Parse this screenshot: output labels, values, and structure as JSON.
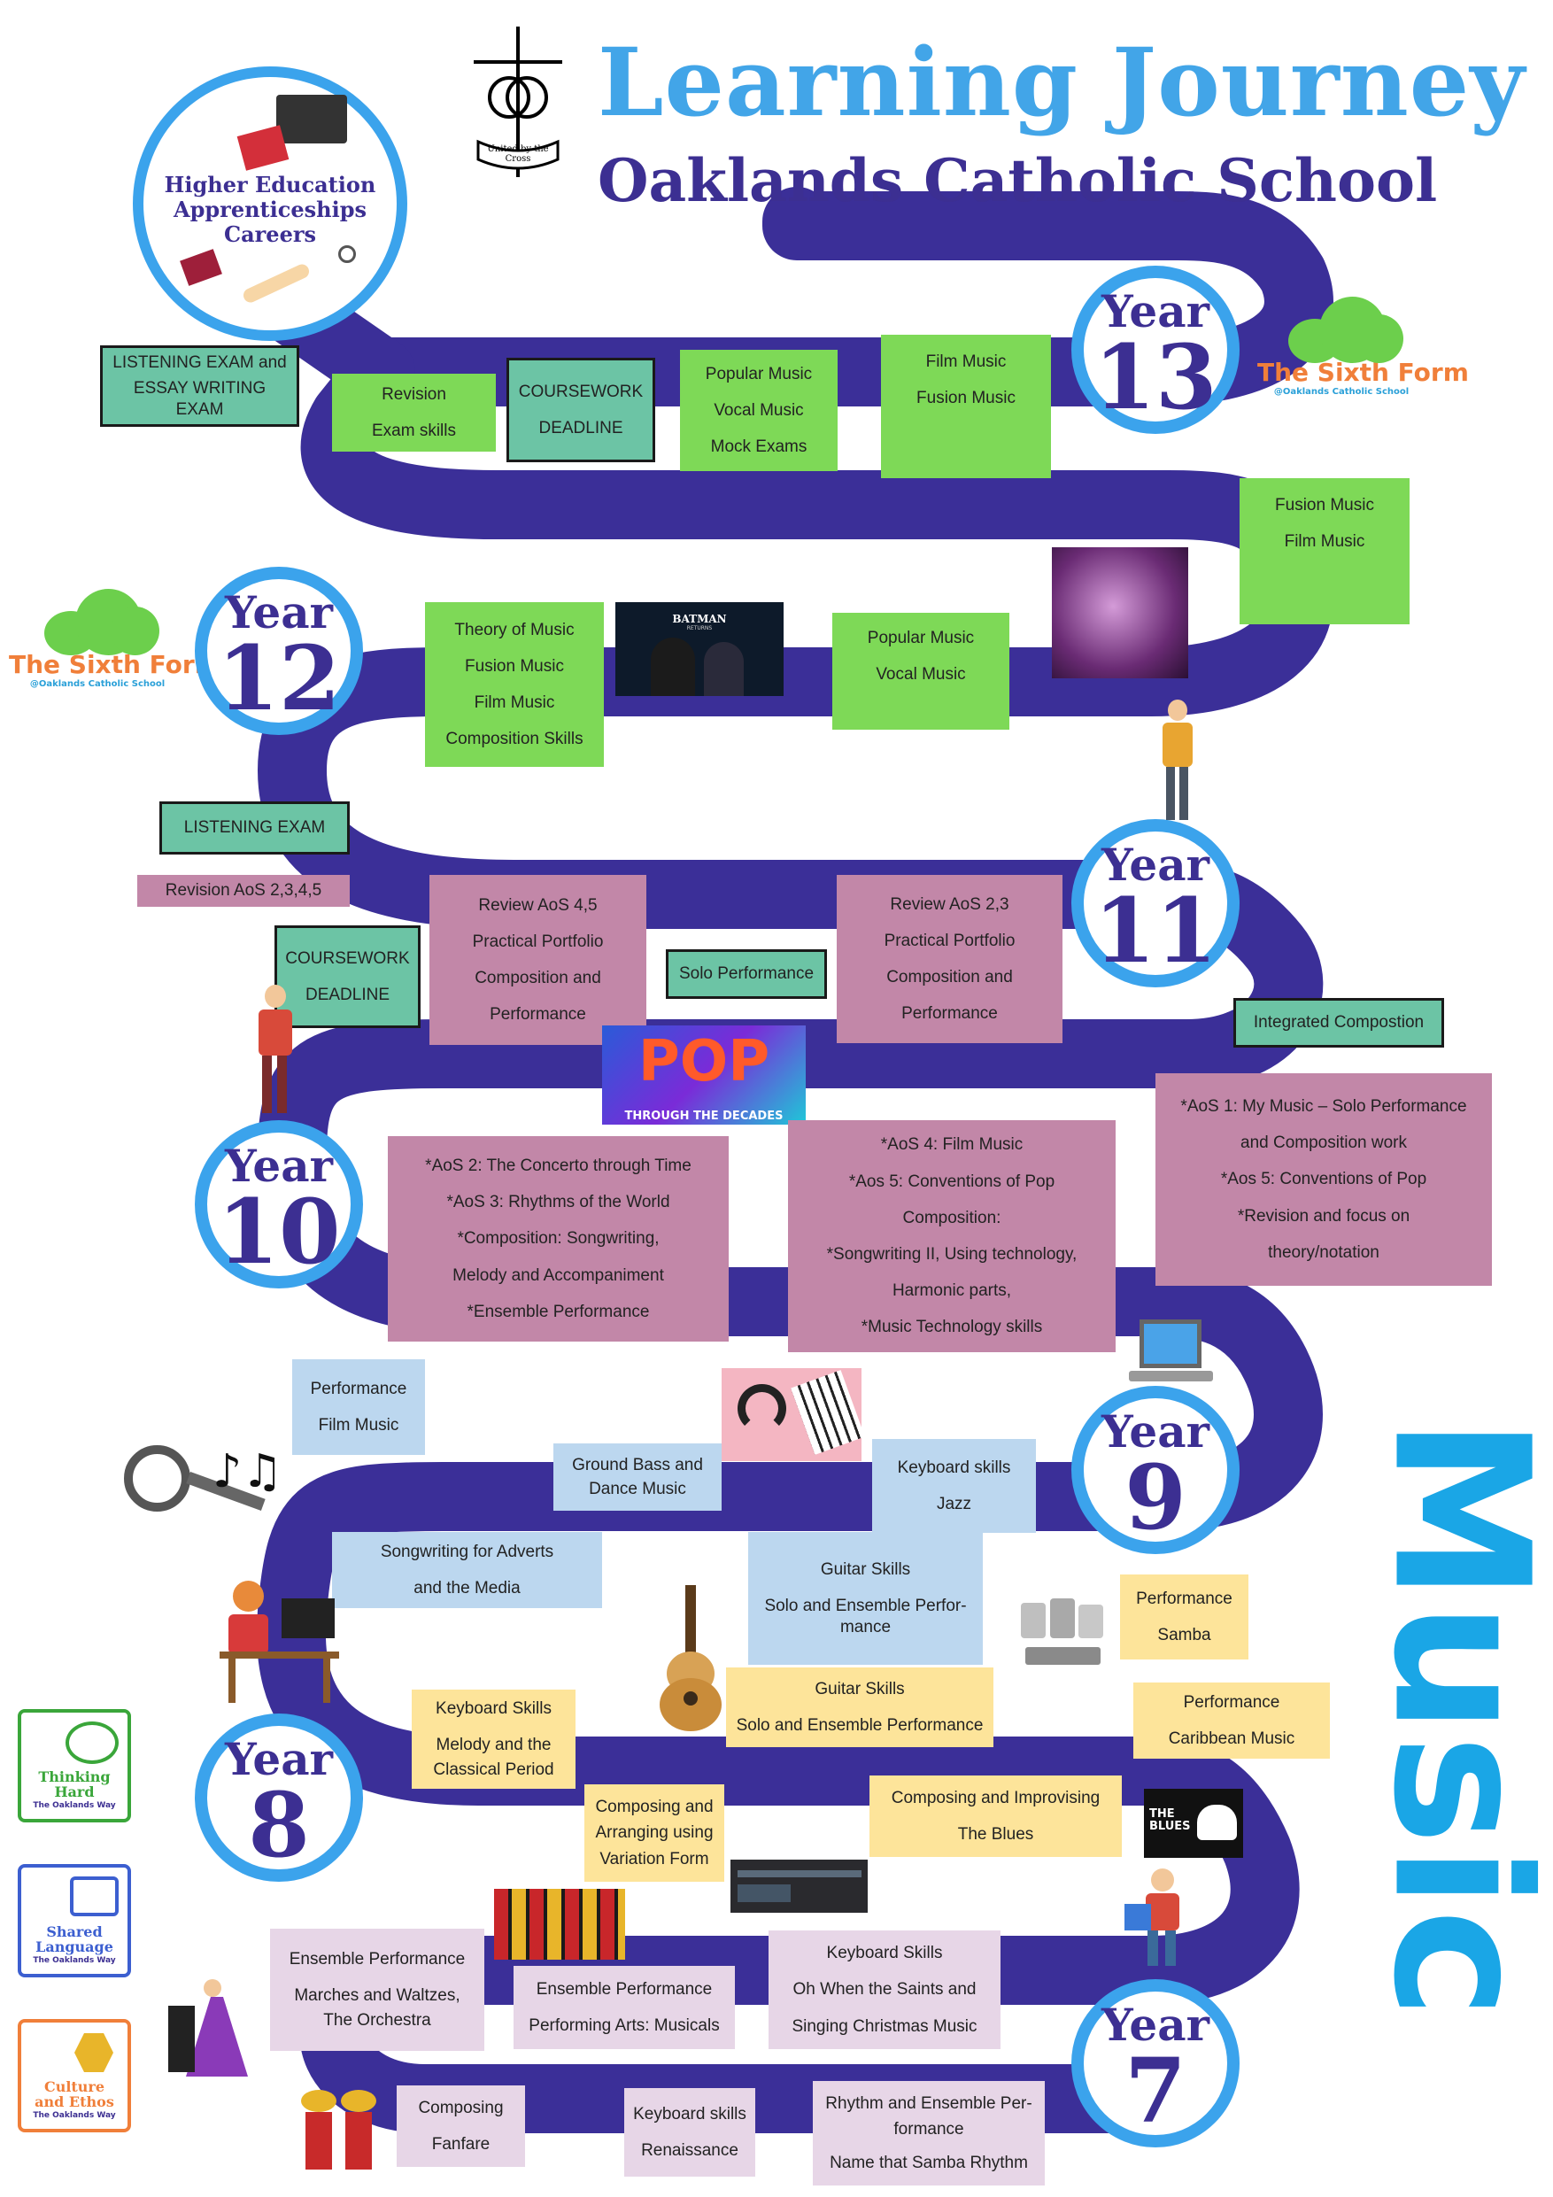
{
  "header": {
    "title": "Learning Journey",
    "subtitle": "Oaklands Catholic School",
    "crest_motto": "United by the Cross",
    "subject": "Music"
  },
  "destination": {
    "lines": [
      "Higher Education",
      "Apprenticeships",
      "Careers"
    ]
  },
  "sixth_form": {
    "label": "The Sixth Form",
    "sub": "@Oaklands Catholic School"
  },
  "years": [
    {
      "word": "Year",
      "num": "13"
    },
    {
      "word": "Year",
      "num": "12"
    },
    {
      "word": "Year",
      "num": "11"
    },
    {
      "word": "Year",
      "num": "10"
    },
    {
      "word": "Year",
      "num": "9"
    },
    {
      "word": "Year",
      "num": "8"
    },
    {
      "word": "Year",
      "num": "7"
    }
  ],
  "boxes": {
    "y13_listening_exam": [
      "LISTENING EXAM and",
      "ESSAY WRITING EXAM"
    ],
    "y13_revision": [
      "Revision",
      "Exam skills"
    ],
    "y13_coursework": [
      "COURSEWORK",
      "DEADLINE"
    ],
    "y13_popular": [
      "Popular Music",
      "Vocal Music",
      "Mock Exams"
    ],
    "y13_film": [
      "Film Music",
      "Fusion Music"
    ],
    "y13_fusion": [
      "Fusion Music",
      "Film Music"
    ],
    "y12_theory": [
      "Theory of Music",
      "Fusion Music",
      "Film Music",
      "Composition Skills"
    ],
    "y12_popular": [
      "Popular Music",
      "Vocal Music"
    ],
    "y12_listening": [
      "LISTENING EXAM"
    ],
    "y11_revision": [
      "Revision  AoS 2,3,4,5"
    ],
    "y11_coursework": [
      "COURSEWORK",
      "DEADLINE"
    ],
    "y11_review45": [
      "Review AoS 4,5",
      "Practical Portfolio",
      "Composition and",
      "Performance"
    ],
    "y11_solo": [
      "Solo Performance"
    ],
    "y11_review23": [
      "Review AoS 2,3",
      "Practical Portfolio",
      "Composition and",
      "Performance"
    ],
    "y11_integrated": [
      "Integrated Compostion"
    ],
    "y11_aos1": [
      "*AoS 1: My Music – Solo Performance",
      "and Composition work",
      "*Aos 5: Conventions of Pop",
      "*Revision and focus on",
      "theory/notation"
    ],
    "y10_aos2": [
      "*AoS 2: The Concerto through Time",
      "*AoS 3: Rhythms of the World",
      "*Composition: Songwriting,",
      "Melody and Accompaniment",
      "*Ensemble Performance"
    ],
    "y10_aos4": [
      "*AoS 4: Film Music",
      "*Aos 5: Conventions of Pop",
      "Composition:",
      "*Songwriting II, Using technology,",
      "Harmonic  parts,",
      "*Music Technology skills"
    ],
    "y9_performance": [
      "Performance",
      "Film Music"
    ],
    "y9_ground": [
      "Ground Bass and",
      "Dance Music"
    ],
    "y9_keyboard": [
      "Keyboard skills",
      "Jazz"
    ],
    "y9_songwriting": [
      "Songwriting for Adverts",
      "and the Media"
    ],
    "y9_guitar": [
      "Guitar Skills",
      "Solo and Ensemble Perfor-",
      "mance"
    ],
    "y9_samba": [
      "Performance",
      "Samba"
    ],
    "y8_keyboard": [
      "Keyboard Skills",
      "Melody and the",
      "Classical Period"
    ],
    "y8_guitar": [
      "Guitar Skills",
      "Solo and Ensemble Performance"
    ],
    "y8_caribbean": [
      "Performance",
      "Caribbean Music"
    ],
    "y8_composing": [
      "Composing and",
      "Arranging using",
      "Variation Form"
    ],
    "y8_blues": [
      "Composing and Improvising",
      "The Blues"
    ],
    "y7_ensemble1": [
      "Ensemble Performance",
      "Marches and Waltzes,",
      "The Orchestra"
    ],
    "y7_ensemble2": [
      "Ensemble Performance",
      "Performing Arts: Musicals"
    ],
    "y7_keyboard": [
      "Keyboard Skills",
      "Oh When the Saints and",
      "Singing Christmas Music"
    ],
    "y7_fanfare": [
      "Composing",
      "Fanfare"
    ],
    "y7_renaissance": [
      "Keyboard skills",
      "Renaissance"
    ],
    "y7_rhythm": [
      "Rhythm and Ensemble Per-",
      "formance",
      "Name that Samba Rhythm"
    ]
  },
  "images": {
    "batman": [
      "BATMAN",
      "RETURNS"
    ],
    "pop": [
      "POP",
      "THROUGH THE DECADES"
    ],
    "blues": "THE BLUES"
  },
  "values_badges": [
    {
      "title": "Thinking\nHard",
      "sub": "The Oaklands Way",
      "color": "#3aa63a"
    },
    {
      "title": "Shared\nLanguage",
      "sub": "The Oaklands Way",
      "color": "#3c5fd0"
    },
    {
      "title": "Culture\nand Ethos",
      "sub": "The Oaklands Way",
      "color": "#f07f3a"
    }
  ],
  "colors": {
    "road": "#3b2f98",
    "year_ring": "#3ba3ec",
    "title_blue": "#42a5e8",
    "title_navy": "#3c2f92",
    "green_box": "#7ed957",
    "teal_box": "#6cc4a5",
    "pink_box": "#c287a8",
    "blue_box": "#bcd7ef",
    "yellow_box": "#fde49a",
    "lilac_box": "#e7d6e7"
  }
}
